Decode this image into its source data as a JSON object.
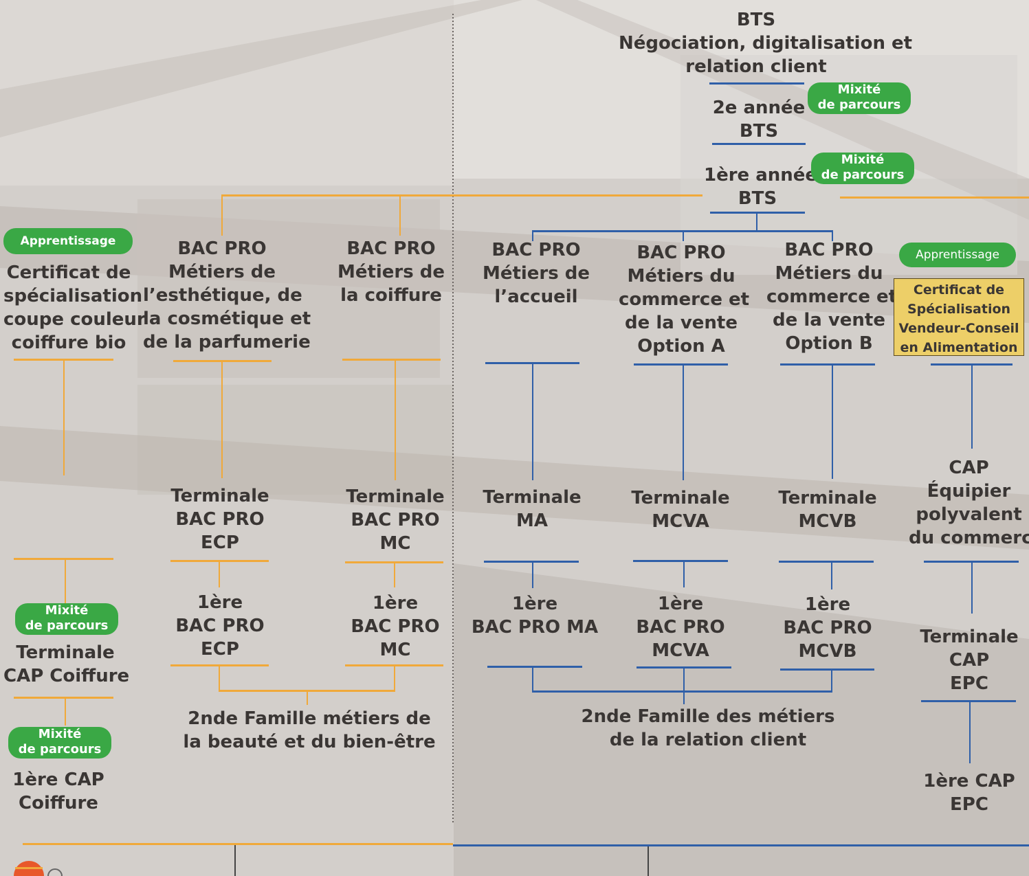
{
  "colors": {
    "orange": "#f0a93a",
    "blue": "#2f5fa8",
    "green": "#3aa845",
    "yellow": "#edcf68"
  },
  "bts_top": {
    "title": "BTS",
    "line1": "Négociation, digitalisation et",
    "line2": "relation client"
  },
  "bts_2": {
    "line1": "2e année",
    "line2": "BTS"
  },
  "bts_1": {
    "line1": "1ère année",
    "line2": "BTS"
  },
  "pills": {
    "mixite_l1": "Mixité",
    "mixite_l2": "de parcours",
    "apprentissage": "Apprentissage"
  },
  "cs_coiffure": {
    "l1": "Certificat de",
    "l2": "spécialisation",
    "l3": "coupe couleur",
    "l4": "coiffure bio"
  },
  "bac_ecp": {
    "l1": "BAC PRO",
    "l2": "Métiers de",
    "l3": "l’esthétique, de",
    "l4": "la cosmétique et",
    "l5": "de la parfumerie"
  },
  "bac_mc": {
    "l1": "BAC PRO",
    "l2": "Métiers de",
    "l3": "la coiffure"
  },
  "bac_ma": {
    "l1": "BAC PRO",
    "l2": "Métiers de",
    "l3": "l’accueil"
  },
  "bac_mcva": {
    "l1": "BAC PRO",
    "l2": "Métiers du",
    "l3": "commerce et",
    "l4": "de la vente",
    "l5": "Option A"
  },
  "bac_mcvb": {
    "l1": "BAC PRO",
    "l2": "Métiers du",
    "l3": "commerce et",
    "l4": "de la vente",
    "l5": "Option B"
  },
  "cs_vendeur": {
    "l1": "Certificat de",
    "l2": "Spécialisation",
    "l3": "Vendeur-Conseil",
    "l4": "en Alimentation"
  },
  "term_ecp": {
    "l1": "Terminale",
    "l2": "BAC PRO",
    "l3": "ECP"
  },
  "term_mc": {
    "l1": "Terminale",
    "l2": "BAC PRO",
    "l3": "MC"
  },
  "term_ma": {
    "l1": "Terminale",
    "l2": "MA"
  },
  "term_mcva": {
    "l1": "Terminale",
    "l2": "MCVA"
  },
  "term_mcvb": {
    "l1": "Terminale",
    "l2": "MCVB"
  },
  "cap_epc": {
    "l1": "CAP",
    "l2": "Équipier",
    "l3": "polyvalent",
    "l4": "du commerce"
  },
  "prem_ecp": {
    "l1": "1ère",
    "l2": "BAC PRO",
    "l3": "ECP"
  },
  "prem_mc": {
    "l1": "1ère",
    "l2": "BAC PRO",
    "l3": "MC"
  },
  "prem_ma": {
    "l1": "1ère",
    "l2": "BAC PRO MA"
  },
  "prem_mcva": {
    "l1": "1ère",
    "l2": "BAC PRO",
    "l3": "MCVA"
  },
  "prem_mcvb": {
    "l1": "1ère",
    "l2": "BAC PRO",
    "l3": "MCVB"
  },
  "term_cap_coiffure": {
    "l1": "Terminale",
    "l2": "CAP Coiffure"
  },
  "prem_cap_coiffure": {
    "l1": "1ère CAP",
    "l2": "Coiffure"
  },
  "term_cap_epc": {
    "l1": "Terminale",
    "l2": "CAP",
    "l3": "EPC"
  },
  "prem_cap_epc": {
    "l1": "1ère CAP",
    "l2": "EPC"
  },
  "seconde_beaute": {
    "l1": "2nde Famille métiers de",
    "l2": "la beauté et du bien-être"
  },
  "seconde_relation": {
    "l1": "2nde Famille des métiers",
    "l2": "de la relation client"
  }
}
